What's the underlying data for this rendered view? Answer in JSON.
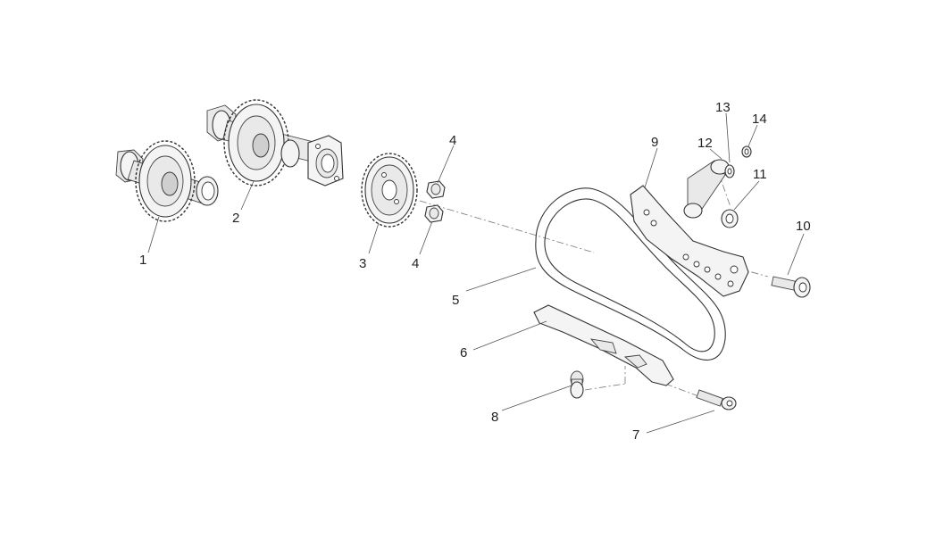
{
  "callouts": [
    {
      "id": "c1",
      "text": "1"
    },
    {
      "id": "c2",
      "text": "2"
    },
    {
      "id": "c3",
      "text": "3"
    },
    {
      "id": "c4a",
      "text": "4"
    },
    {
      "id": "c4b",
      "text": "4"
    },
    {
      "id": "c5",
      "text": "5"
    },
    {
      "id": "c6",
      "text": "6"
    },
    {
      "id": "c7",
      "text": "7"
    },
    {
      "id": "c8",
      "text": "8"
    },
    {
      "id": "c9",
      "text": "9"
    },
    {
      "id": "c10",
      "text": "10"
    },
    {
      "id": "c11",
      "text": "11"
    },
    {
      "id": "c12",
      "text": "12"
    },
    {
      "id": "c13",
      "text": "13"
    },
    {
      "id": "c14",
      "text": "14"
    }
  ]
}
